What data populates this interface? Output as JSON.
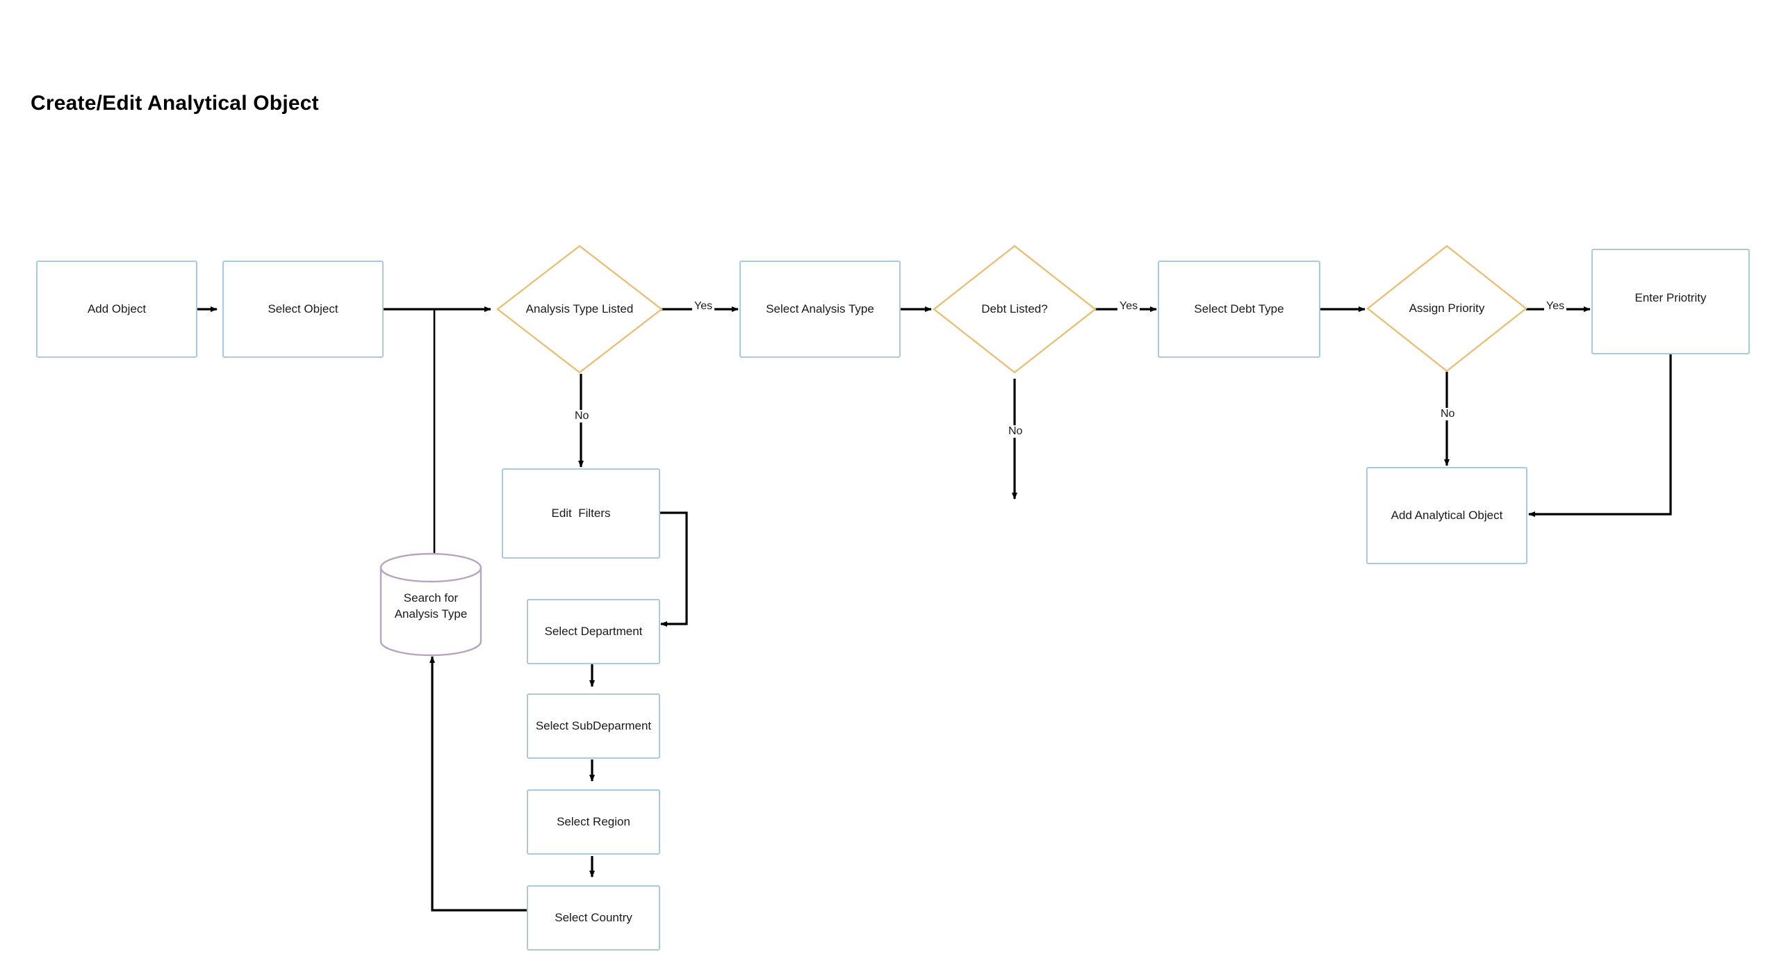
{
  "page": {
    "title": "Create/Edit Analytical Object",
    "background": "#ffffff"
  },
  "theme": {
    "process_border": "#a9c9dd",
    "decision_border": "#e8c07d",
    "datastore_border": "#b9a4bd",
    "connector": "#000000",
    "text": "#1a1a1a",
    "title_color": "#000000"
  },
  "chart_data": {
    "type": "diagram",
    "subtype": "flowchart",
    "title": "Create/Edit Analytical Object",
    "nodes": [
      {
        "id": "add-object",
        "label": "Add Object",
        "shape": "process"
      },
      {
        "id": "select-object",
        "label": "Select Object",
        "shape": "process"
      },
      {
        "id": "analysis-type-listed",
        "label": "Analysis Type Listed",
        "shape": "decision"
      },
      {
        "id": "select-analysis-type",
        "label": "Select Analysis Type",
        "shape": "process"
      },
      {
        "id": "debt-listed",
        "label": "Debt Listed?",
        "shape": "decision"
      },
      {
        "id": "select-debt-type",
        "label": "Select Debt Type",
        "shape": "process"
      },
      {
        "id": "assign-priority",
        "label": "Assign Priority",
        "shape": "decision"
      },
      {
        "id": "enter-priotrity",
        "label": "Enter Priotrity",
        "shape": "process"
      },
      {
        "id": "add-analytical-object",
        "label": "Add Analytical Object",
        "shape": "process"
      },
      {
        "id": "edit-filters",
        "label": "Edit  Filters",
        "shape": "process"
      },
      {
        "id": "search-analysis-type",
        "label": "Search for\nAnalysis Type",
        "shape": "datastore"
      },
      {
        "id": "select-department",
        "label": "Select Department",
        "shape": "process"
      },
      {
        "id": "select-subdeparment",
        "label": "Select SubDeparment",
        "shape": "process"
      },
      {
        "id": "select-region",
        "label": "Select Region",
        "shape": "process"
      },
      {
        "id": "select-country",
        "label": "Select Country",
        "shape": "process"
      }
    ],
    "edges": [
      {
        "from": "add-object",
        "to": "select-object",
        "label": ""
      },
      {
        "from": "select-object",
        "to": "analysis-type-listed",
        "label": ""
      },
      {
        "from": "select-object",
        "to": "search-analysis-type",
        "label": ""
      },
      {
        "from": "analysis-type-listed",
        "to": "select-analysis-type",
        "label": "Yes"
      },
      {
        "from": "analysis-type-listed",
        "to": "edit-filters",
        "label": "No"
      },
      {
        "from": "select-analysis-type",
        "to": "debt-listed",
        "label": ""
      },
      {
        "from": "debt-listed",
        "to": "select-debt-type",
        "label": "Yes"
      },
      {
        "from": "debt-listed",
        "to": "",
        "label": "No"
      },
      {
        "from": "select-debt-type",
        "to": "assign-priority",
        "label": ""
      },
      {
        "from": "assign-priority",
        "to": "enter-priotrity",
        "label": "Yes"
      },
      {
        "from": "assign-priority",
        "to": "add-analytical-object",
        "label": "No"
      },
      {
        "from": "enter-priotrity",
        "to": "add-analytical-object",
        "label": ""
      },
      {
        "from": "edit-filters",
        "to": "select-department",
        "label": ""
      },
      {
        "from": "select-department",
        "to": "select-subdeparment",
        "label": ""
      },
      {
        "from": "select-subdeparment",
        "to": "select-region",
        "label": ""
      },
      {
        "from": "select-region",
        "to": "select-country",
        "label": ""
      },
      {
        "from": "select-country",
        "to": "search-analysis-type",
        "label": ""
      }
    ],
    "edge_labels": [
      "Yes",
      "No",
      "Yes",
      "No",
      "Yes",
      "No"
    ]
  },
  "labels": {
    "yes_1": "Yes",
    "no_1": "No",
    "yes_2": "Yes",
    "no_2": "No",
    "yes_3": "Yes",
    "no_3": "No"
  }
}
